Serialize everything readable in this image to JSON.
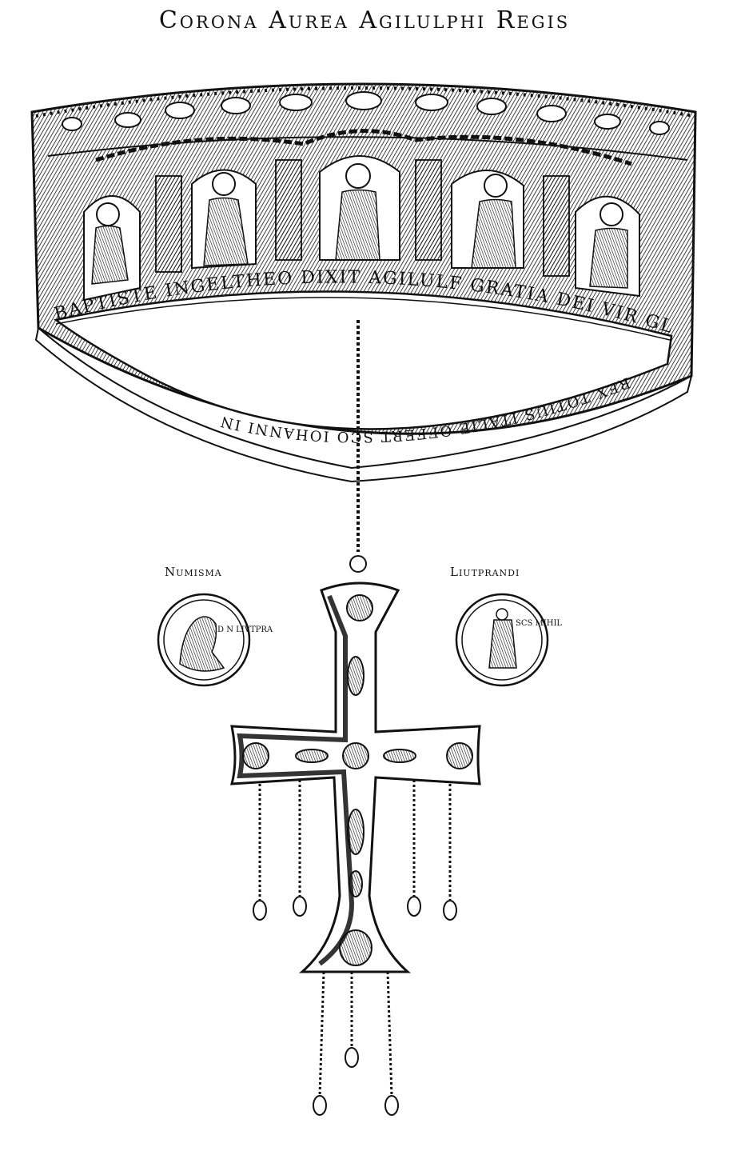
{
  "title": "Corona Aurea Agilulphi Regis",
  "captions": {
    "left": "Numisma",
    "right": "Liutprandi"
  },
  "crown": {
    "upper_inscription": "BAPTISTE INGELTHEO DIXIT AGILULF GRATIA DEI VIR GLOR",
    "lower_inscription": "REX TOTIUS ITALIE OFFERT SCO IOHANNI IN"
  },
  "coins": {
    "left_legend": "D N LIVTPRA",
    "right_legend": "SCS MIHIL"
  },
  "colors": {
    "ink": "#111111",
    "paper": "#ffffff"
  }
}
